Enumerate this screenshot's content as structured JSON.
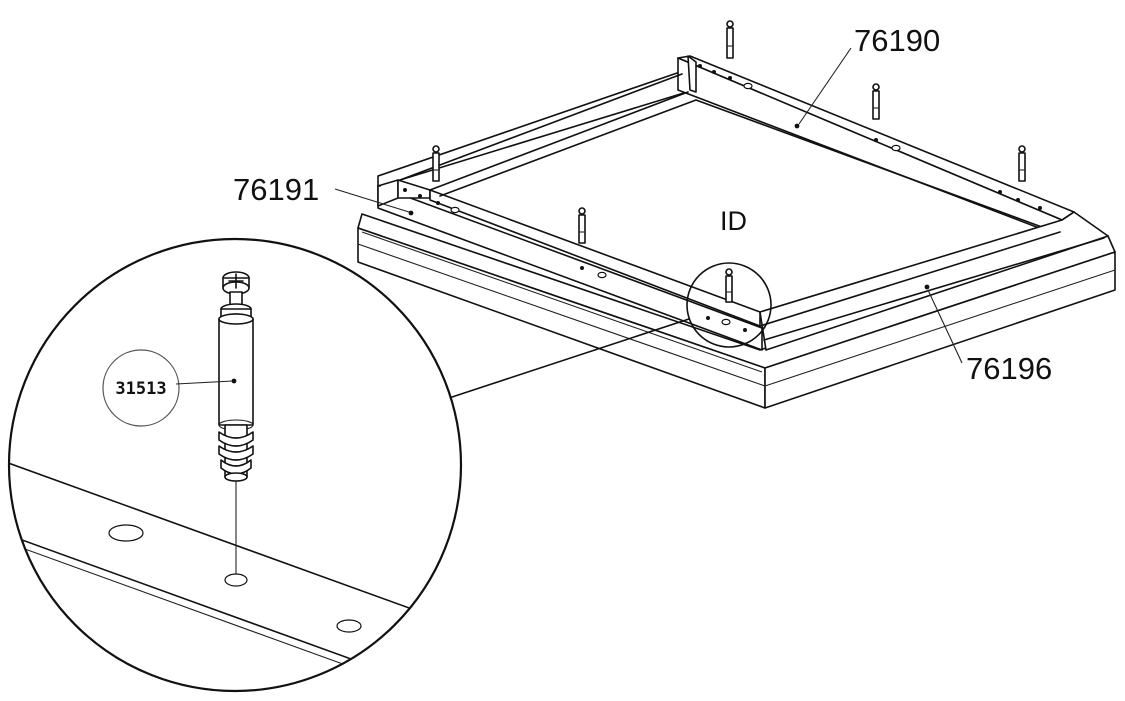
{
  "diagram": {
    "part_labels": {
      "frame_back": "76190",
      "frame_left": "76191",
      "frame_front": "76196"
    },
    "detail_marker": "ID",
    "detail_part_code": "31513"
  },
  "colors": {
    "line": "#111111",
    "background": "#ffffff"
  }
}
